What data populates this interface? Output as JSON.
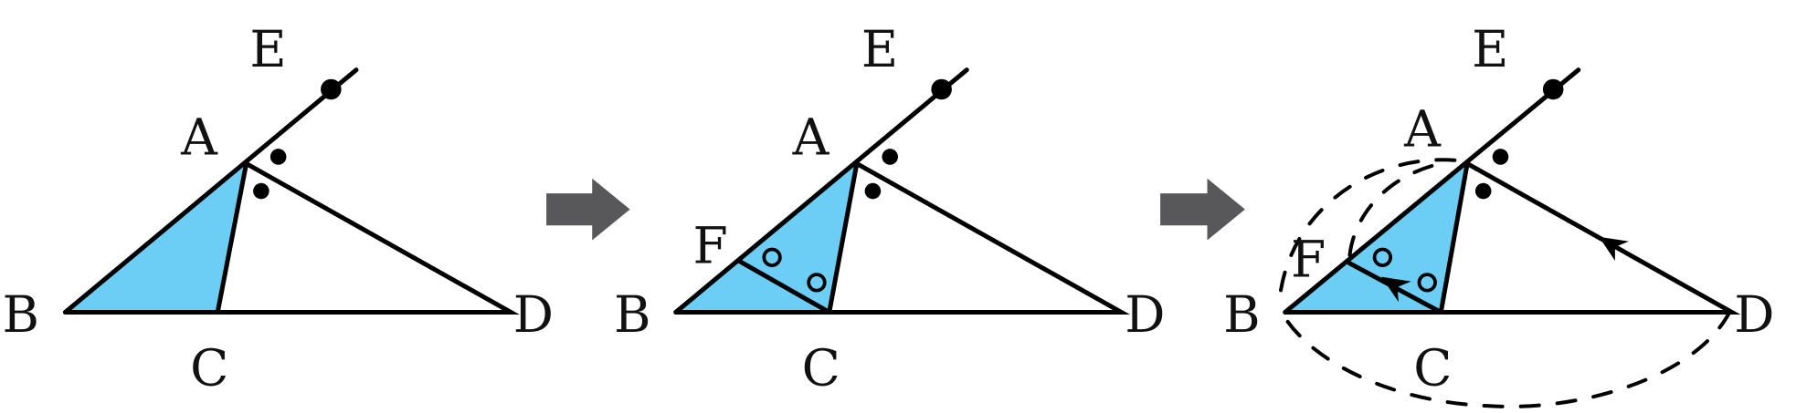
{
  "colors": {
    "triangle_fill": "#6dcef5",
    "step_arrow": "#58585a"
  },
  "panels": [
    {
      "labels": {
        "A": "A",
        "B": "B",
        "C": "C",
        "D": "D",
        "E": "E"
      }
    },
    {
      "labels": {
        "A": "A",
        "B": "B",
        "C": "C",
        "D": "D",
        "E": "E",
        "F": "F"
      }
    },
    {
      "labels": {
        "A": "A",
        "B": "B",
        "C": "C",
        "D": "D",
        "E": "E",
        "F": "F"
      }
    }
  ]
}
